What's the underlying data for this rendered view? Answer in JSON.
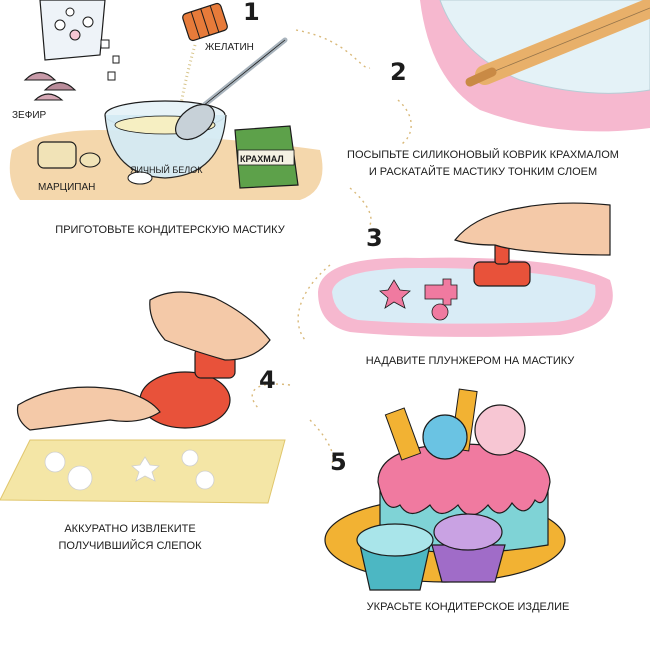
{
  "steps": [
    {
      "number": "1",
      "caption": "ПРИГОТОВЬТЕ КОНДИТЕРСКУЮ МАСТИКУ"
    },
    {
      "number": "2",
      "caption_line1": "ПОСЫПЬТЕ СИЛИКОНОВЫЙ КОВРИК КРАХМАЛОМ",
      "caption_line2": "И РАСКАТАЙТЕ МАСТИКУ ТОНКИМ СЛОЕМ"
    },
    {
      "number": "3",
      "caption": "НАДАВИТЕ ПЛУНЖЕРОМ НА МАСТИКУ"
    },
    {
      "number": "4",
      "caption_line1": "АККУРАТНО ИЗВЛЕКИТЕ",
      "caption_line2": "ПОЛУЧИВШИЙСЯ СЛЕПОК"
    },
    {
      "number": "5",
      "caption": "УКРАСЬТЕ КОНДИТЕРСКОЕ ИЗДЕЛИЕ"
    }
  ],
  "ingredients": {
    "gelatin": "ЖЕЛАТИН",
    "marshmallow": "ЗЕФИР",
    "egg_white": "ЯИЧНЫЙ БЕЛОК",
    "starch": "КРАХМАЛ",
    "marzipan": "МАРЦИПАН"
  },
  "colors": {
    "ink": "#1c1c1c",
    "pink_mat": "#f6b8cf",
    "mat_blue": "#d9ecf6",
    "cookie_yellow": "#f4e6a6",
    "plunger_red": "#e8523a",
    "green_bag": "#5da14a",
    "tray_gold": "#f2b233",
    "wood": "#e8b06a",
    "cake_pink": "#f07aa0",
    "cake_teal": "#7fd3d6"
  }
}
